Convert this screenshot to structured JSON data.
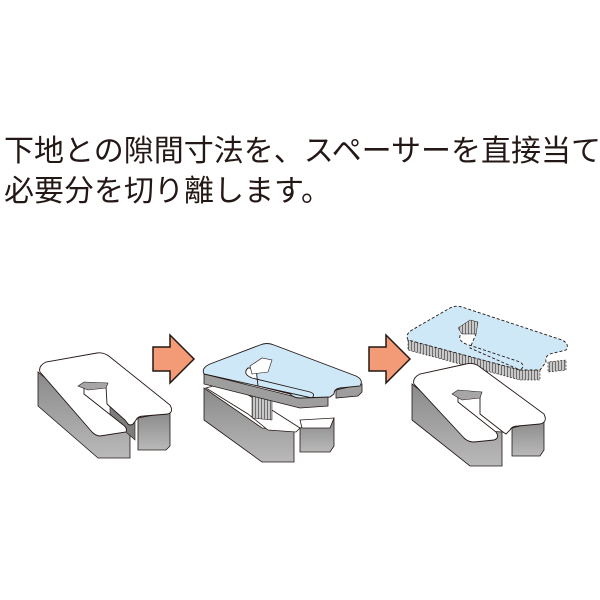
{
  "caption": {
    "line1": "下地との隙間寸法を、スペーサーを直接当て",
    "line2": "必要分を切り離します。"
  },
  "illustration": {
    "steps": [
      {
        "name": "spacer-stack",
        "description": "stack of white U-shaped spacers"
      },
      {
        "name": "spacer-placed",
        "description": "blue spacer layer on top of stack"
      },
      {
        "name": "spacer-separated",
        "description": "blue dashed spacer lifted off stack"
      }
    ],
    "arrow_icon": "right-arrow",
    "colors": {
      "arrow_fill": "#F29B76",
      "arrow_stroke": "#231815",
      "spacer_top": "#FFFFFF",
      "spacer_side": "#9E9E9E",
      "highlight_top": "#CFE8F7",
      "outline": "#231815"
    }
  }
}
